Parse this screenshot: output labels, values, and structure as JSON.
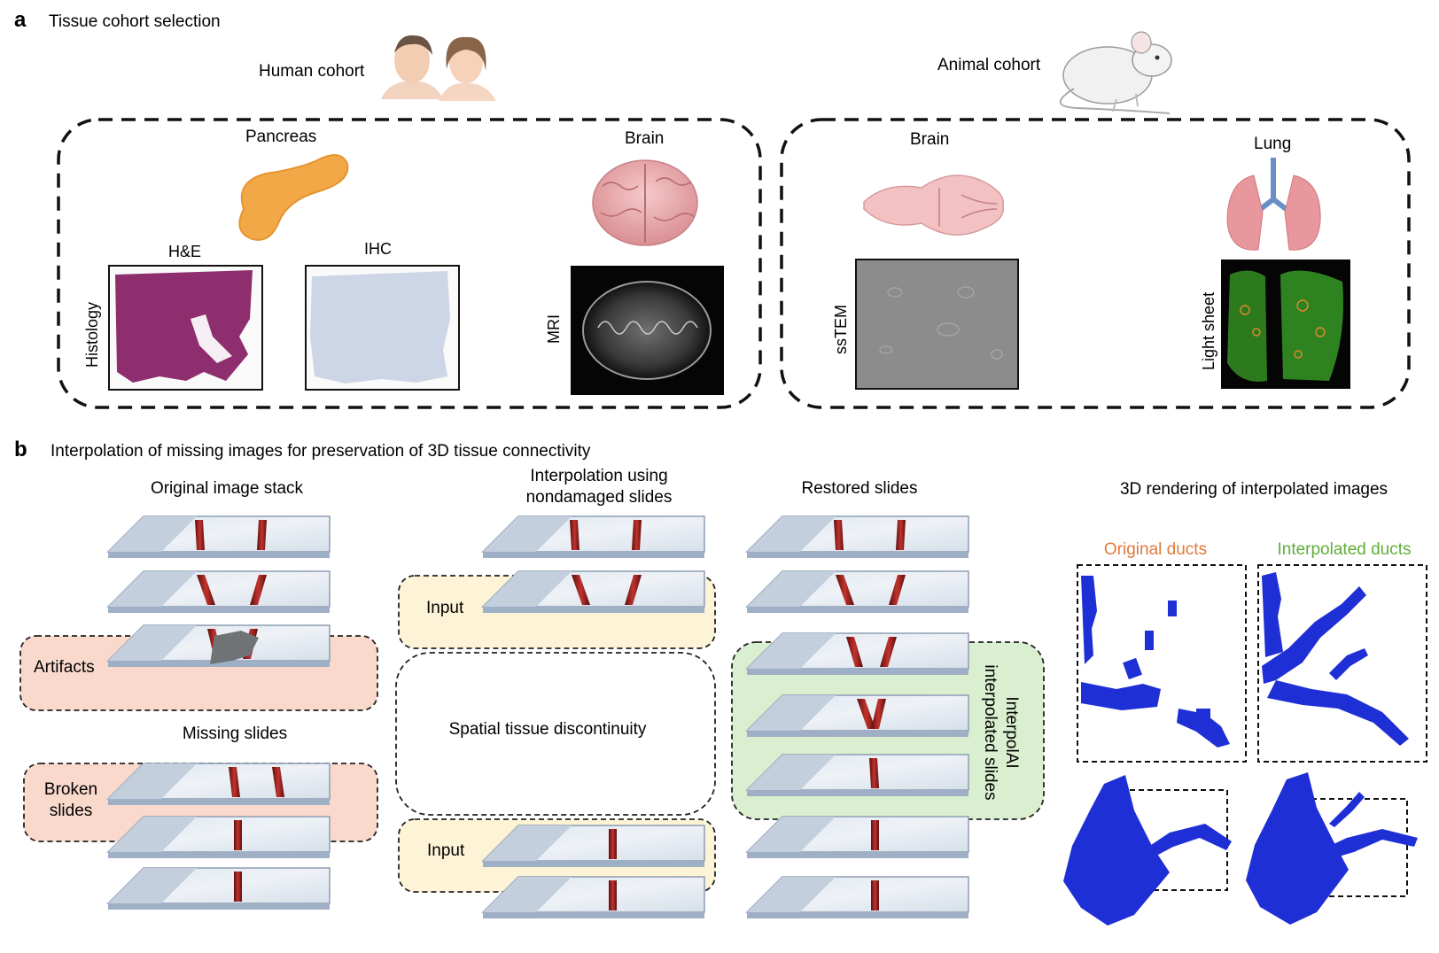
{
  "panel_a": {
    "letter": "a",
    "title": "Tissue cohort selection",
    "human_cohort_label": "Human cohort",
    "animal_cohort_label": "Animal cohort",
    "human_box": {
      "pancreas_label": "Pancreas",
      "brain_label": "Brain",
      "he_label": "H&E",
      "ihc_label": "IHC",
      "histology_label": "Histology",
      "mri_label": "MRI"
    },
    "animal_box": {
      "brain_label": "Brain",
      "lung_label": "Lung",
      "sstem_label": "ssTEM",
      "lightsheet_label": "Light sheet"
    }
  },
  "panel_b": {
    "letter": "b",
    "title": "Interpolation of missing images for preservation of 3D tissue connectivity",
    "col1": {
      "title": "Original image stack",
      "artifacts_label": "Artifacts",
      "missing_slides_label": "Missing slides",
      "broken_line1": "Broken",
      "broken_line2": "slides"
    },
    "col2": {
      "title_line1": "Interpolation using",
      "title_line2": "nondamaged slides",
      "input_label_top": "Input",
      "discontinuity_label": "Spatial tissue discontinuity",
      "input_label_bottom": "Input"
    },
    "col3": {
      "title": "Restored slides",
      "interpolai_line1": "InterpolAI",
      "interpolai_line2": "interpolated slides"
    },
    "col4": {
      "title": "3D rendering of interpolated images",
      "original_label": "Original ducts",
      "interpolated_label": "Interpolated ducts"
    }
  },
  "colors": {
    "original_ducts": "#e07a3c",
    "interpolated_ducts": "#5fae3a",
    "artifact_box": "#f9d9cc",
    "input_box": "#fdf3d6",
    "interp_box": "#d9efcf",
    "duct": "#8b1a1a",
    "render_blue": "#1f2fd6"
  }
}
